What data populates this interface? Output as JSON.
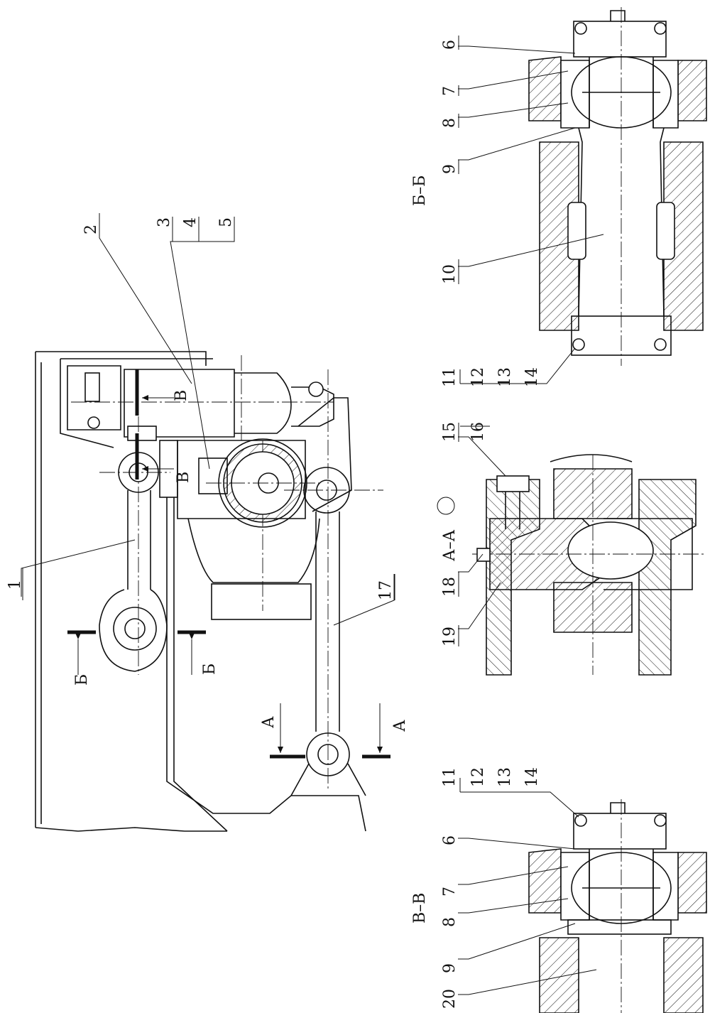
{
  "drawing": {
    "callouts": {
      "c1": "1",
      "c2": "2",
      "c3": "3",
      "c4": "4",
      "c5": "5",
      "c6": "6",
      "c7": "7",
      "c8": "8",
      "c9": "9",
      "c10": "10",
      "c11": "11",
      "c12": "12",
      "c13": "13",
      "c14": "14",
      "c15": "15",
      "c16": "16",
      "c17": "17",
      "c18": "18",
      "c19": "19",
      "c20": "20",
      "v6": "6",
      "v7": "7",
      "v8": "8",
      "v9": "9",
      "v11": "11",
      "v12": "12",
      "v13": "13",
      "v14": "14"
    },
    "section_titles": {
      "bb": "Б–Б",
      "aa": "А–А",
      "vv": "В–В"
    },
    "cut_marks": {
      "b": "Б",
      "a": "А",
      "v": "В"
    }
  }
}
